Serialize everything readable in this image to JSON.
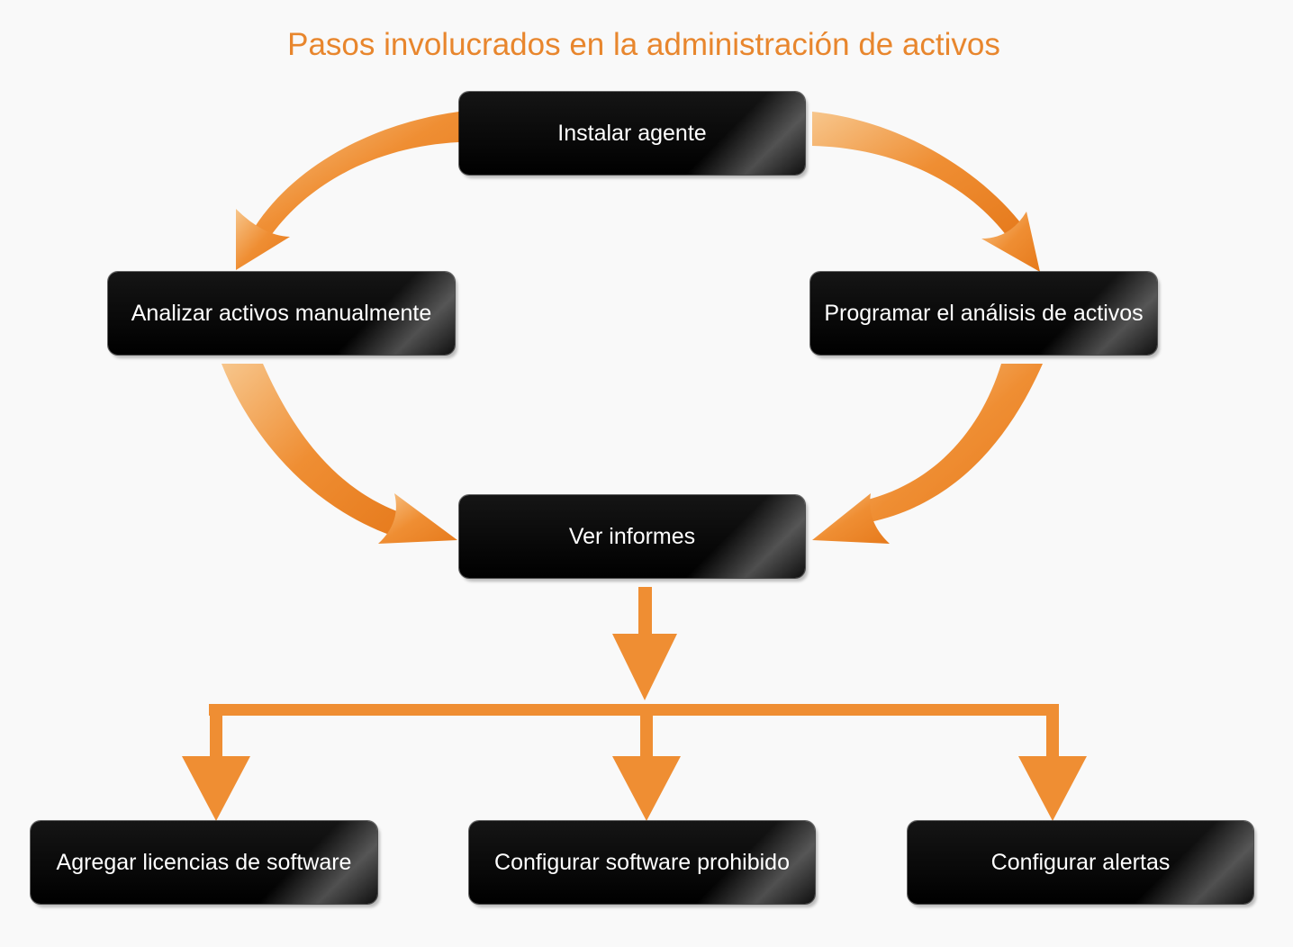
{
  "title": "Pasos involucrados en la administración de activos",
  "colors": {
    "arrow": "#ef8e33",
    "node": "#000000",
    "title": "#e8862d",
    "background": "#f9f9f9"
  },
  "nodes": {
    "install_agent": "Instalar agente",
    "scan_manual": "Analizar activos manualmente",
    "schedule_scan": "Programar el análisis de activos",
    "view_reports": "Ver informes",
    "add_licenses": "Agregar licencias de software",
    "configure_prohibited": "Configurar software prohibido",
    "configure_alerts": "Configurar alertas"
  }
}
